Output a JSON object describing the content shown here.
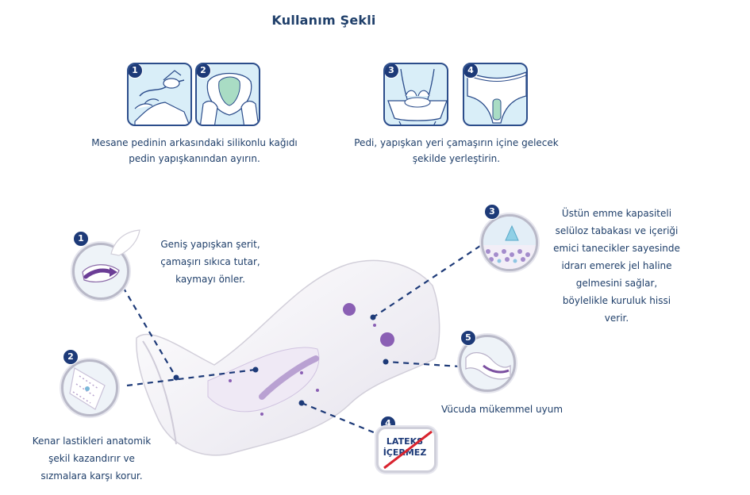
{
  "page": {
    "title": "Kullanım Şekli"
  },
  "steps": [
    {
      "number": "1",
      "icon": "peel-backing-paper-icon"
    },
    {
      "number": "2",
      "icon": "pad-adhesive-icon"
    },
    {
      "number": "3",
      "icon": "place-in-underwear-icon"
    },
    {
      "number": "4",
      "icon": "underwear-with-pad-icon"
    }
  ],
  "captions": {
    "left_line1": "Mesane pedinin arkasındaki silikonlu kağıdı",
    "left_line2": "pedin yapışkanından ayırın.",
    "right_line1": "Pedi, yapışkan yeri çamaşırın içine gelecek",
    "right_line2": "şekilde yerleştirin."
  },
  "features": {
    "f1": {
      "number": "1",
      "lines": [
        "Geniş yapışkan şerit,",
        "çamaşırı sıkıca tutar,",
        "kaymayı önler."
      ]
    },
    "f2": {
      "number": "2",
      "lines": [
        "Kenar lastikleri anatomik",
        "şekil kazandırır ve",
        "sızmalara karşı korur."
      ]
    },
    "f3": {
      "number": "3",
      "lines": [
        "Üstün emme kapasiteli",
        "selüloz tabakası ve içeriği",
        "emici tanecikler sayesinde",
        "idrarı emerek jel haline",
        "gelmesini sağlar,",
        "böylelikle kuruluk hissi",
        "verir."
      ]
    },
    "f4": {
      "number": "4",
      "badge_line1": "LATEKS",
      "badge_line2": "İÇERMEZ"
    },
    "f5": {
      "number": "5",
      "lines": [
        "Vücuda mükemmel uyum"
      ]
    }
  },
  "colors": {
    "navy": "#1d3a78",
    "text": "#1f3f6a",
    "panel": "#d9eef8",
    "purple": "#7b4fa0",
    "red": "#d9232e"
  }
}
